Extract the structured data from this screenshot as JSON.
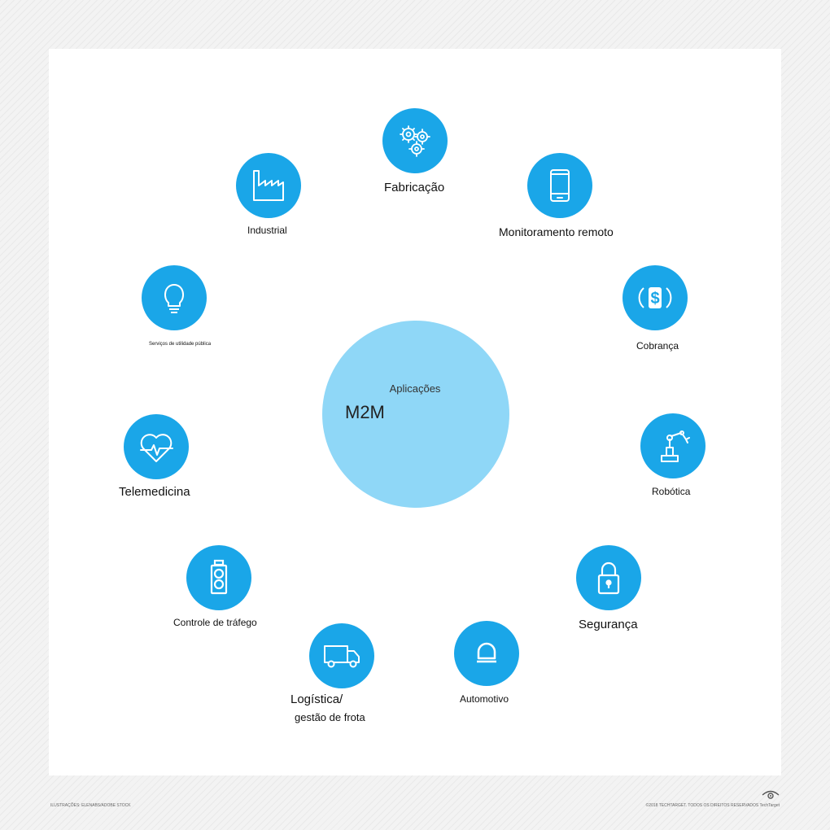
{
  "center": {
    "subtitle": "Aplicações",
    "title": "M2M"
  },
  "nodes": [
    {
      "id": "fabricacao",
      "label": "Fabricação",
      "icon": "gears-icon"
    },
    {
      "id": "monitoramento",
      "label": "Monitoramento remoto",
      "icon": "smartphone-icon"
    },
    {
      "id": "cobranca",
      "label": "Cobrança",
      "icon": "dollar-icon"
    },
    {
      "id": "robotica",
      "label": "Robótica",
      "icon": "robot-arm-icon"
    },
    {
      "id": "seguranca",
      "label": "Segurança",
      "icon": "padlock-icon"
    },
    {
      "id": "automotivo",
      "label": "Automotivo",
      "icon": "car-front-icon"
    },
    {
      "id": "logistica",
      "label": "Logística/",
      "label2": "gestão de frota",
      "icon": "truck-icon"
    },
    {
      "id": "trafego",
      "label": "Controle de tráfego",
      "icon": "traffic-light-icon"
    },
    {
      "id": "telemedicina",
      "label": "Telemedicina",
      "icon": "heart-pulse-icon"
    },
    {
      "id": "servicos",
      "label": "Serviços de utilidade pública",
      "icon": "lightbulb-icon"
    },
    {
      "id": "industrial",
      "label": "Industrial",
      "icon": "factory-icon"
    }
  ],
  "footer": {
    "left": "ILUSTRAÇÕES: ELENABS/ADOBE STOCK",
    "right": "©2018 TECHTARGET. TODOS OS DIREITOS RESERVADOS TechTarget"
  },
  "colors": {
    "hub": "#8fd7f7",
    "node": "#1aa6e8",
    "connector": "#c8c8c8"
  }
}
